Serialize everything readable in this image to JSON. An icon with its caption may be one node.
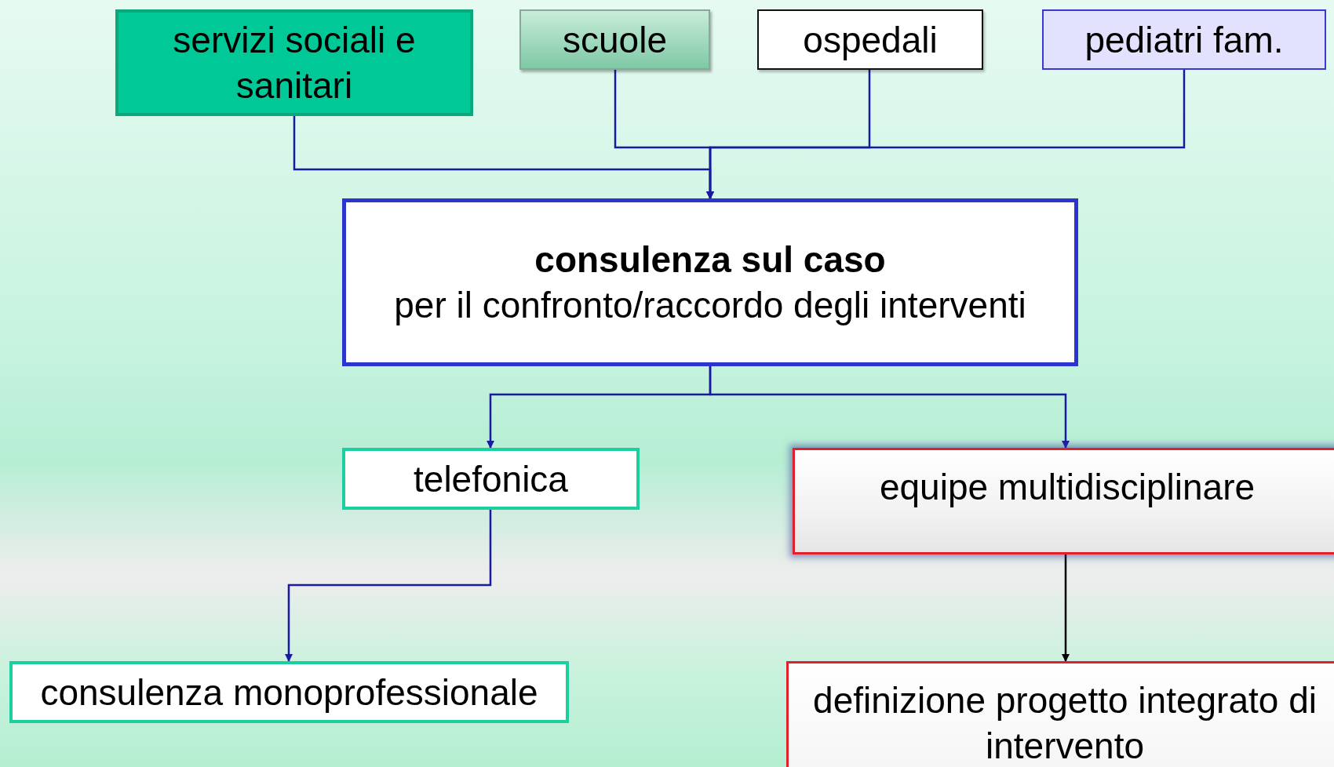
{
  "diagram": {
    "nodes": [
      {
        "text": [
          "servizi sociali e sanitari"
        ]
      },
      {
        "text": [
          "scuole"
        ]
      },
      {
        "text": [
          "ospedali"
        ]
      },
      {
        "text": [
          "pediatri fam."
        ]
      },
      {
        "text": [
          "consulenza sul caso",
          "per il confronto/raccordo degli interventi"
        ]
      },
      {
        "text": [
          "telefonica"
        ]
      },
      {
        "text": [
          "equipe multidisciplinare"
        ]
      },
      {
        "text": [
          "consulenza monoprofessionale"
        ]
      },
      {
        "text": [
          "definizione progetto integrato di intervento"
        ]
      }
    ],
    "edges": [
      {
        "from": 0,
        "to": 4,
        "arrow": "to"
      },
      {
        "from": 1,
        "to": 4,
        "arrow": "to"
      },
      {
        "from": 2,
        "to": 4,
        "arrow": "to"
      },
      {
        "from": 3,
        "to": 4,
        "arrow": "to"
      },
      {
        "from": 4,
        "to": 5,
        "arrow": "to"
      },
      {
        "from": 4,
        "to": 6,
        "arrow": "to"
      },
      {
        "from": 5,
        "to": 7,
        "arrow": "to"
      },
      {
        "from": 6,
        "to": 8,
        "arrow": "to",
        "color": "#000000"
      }
    ]
  }
}
